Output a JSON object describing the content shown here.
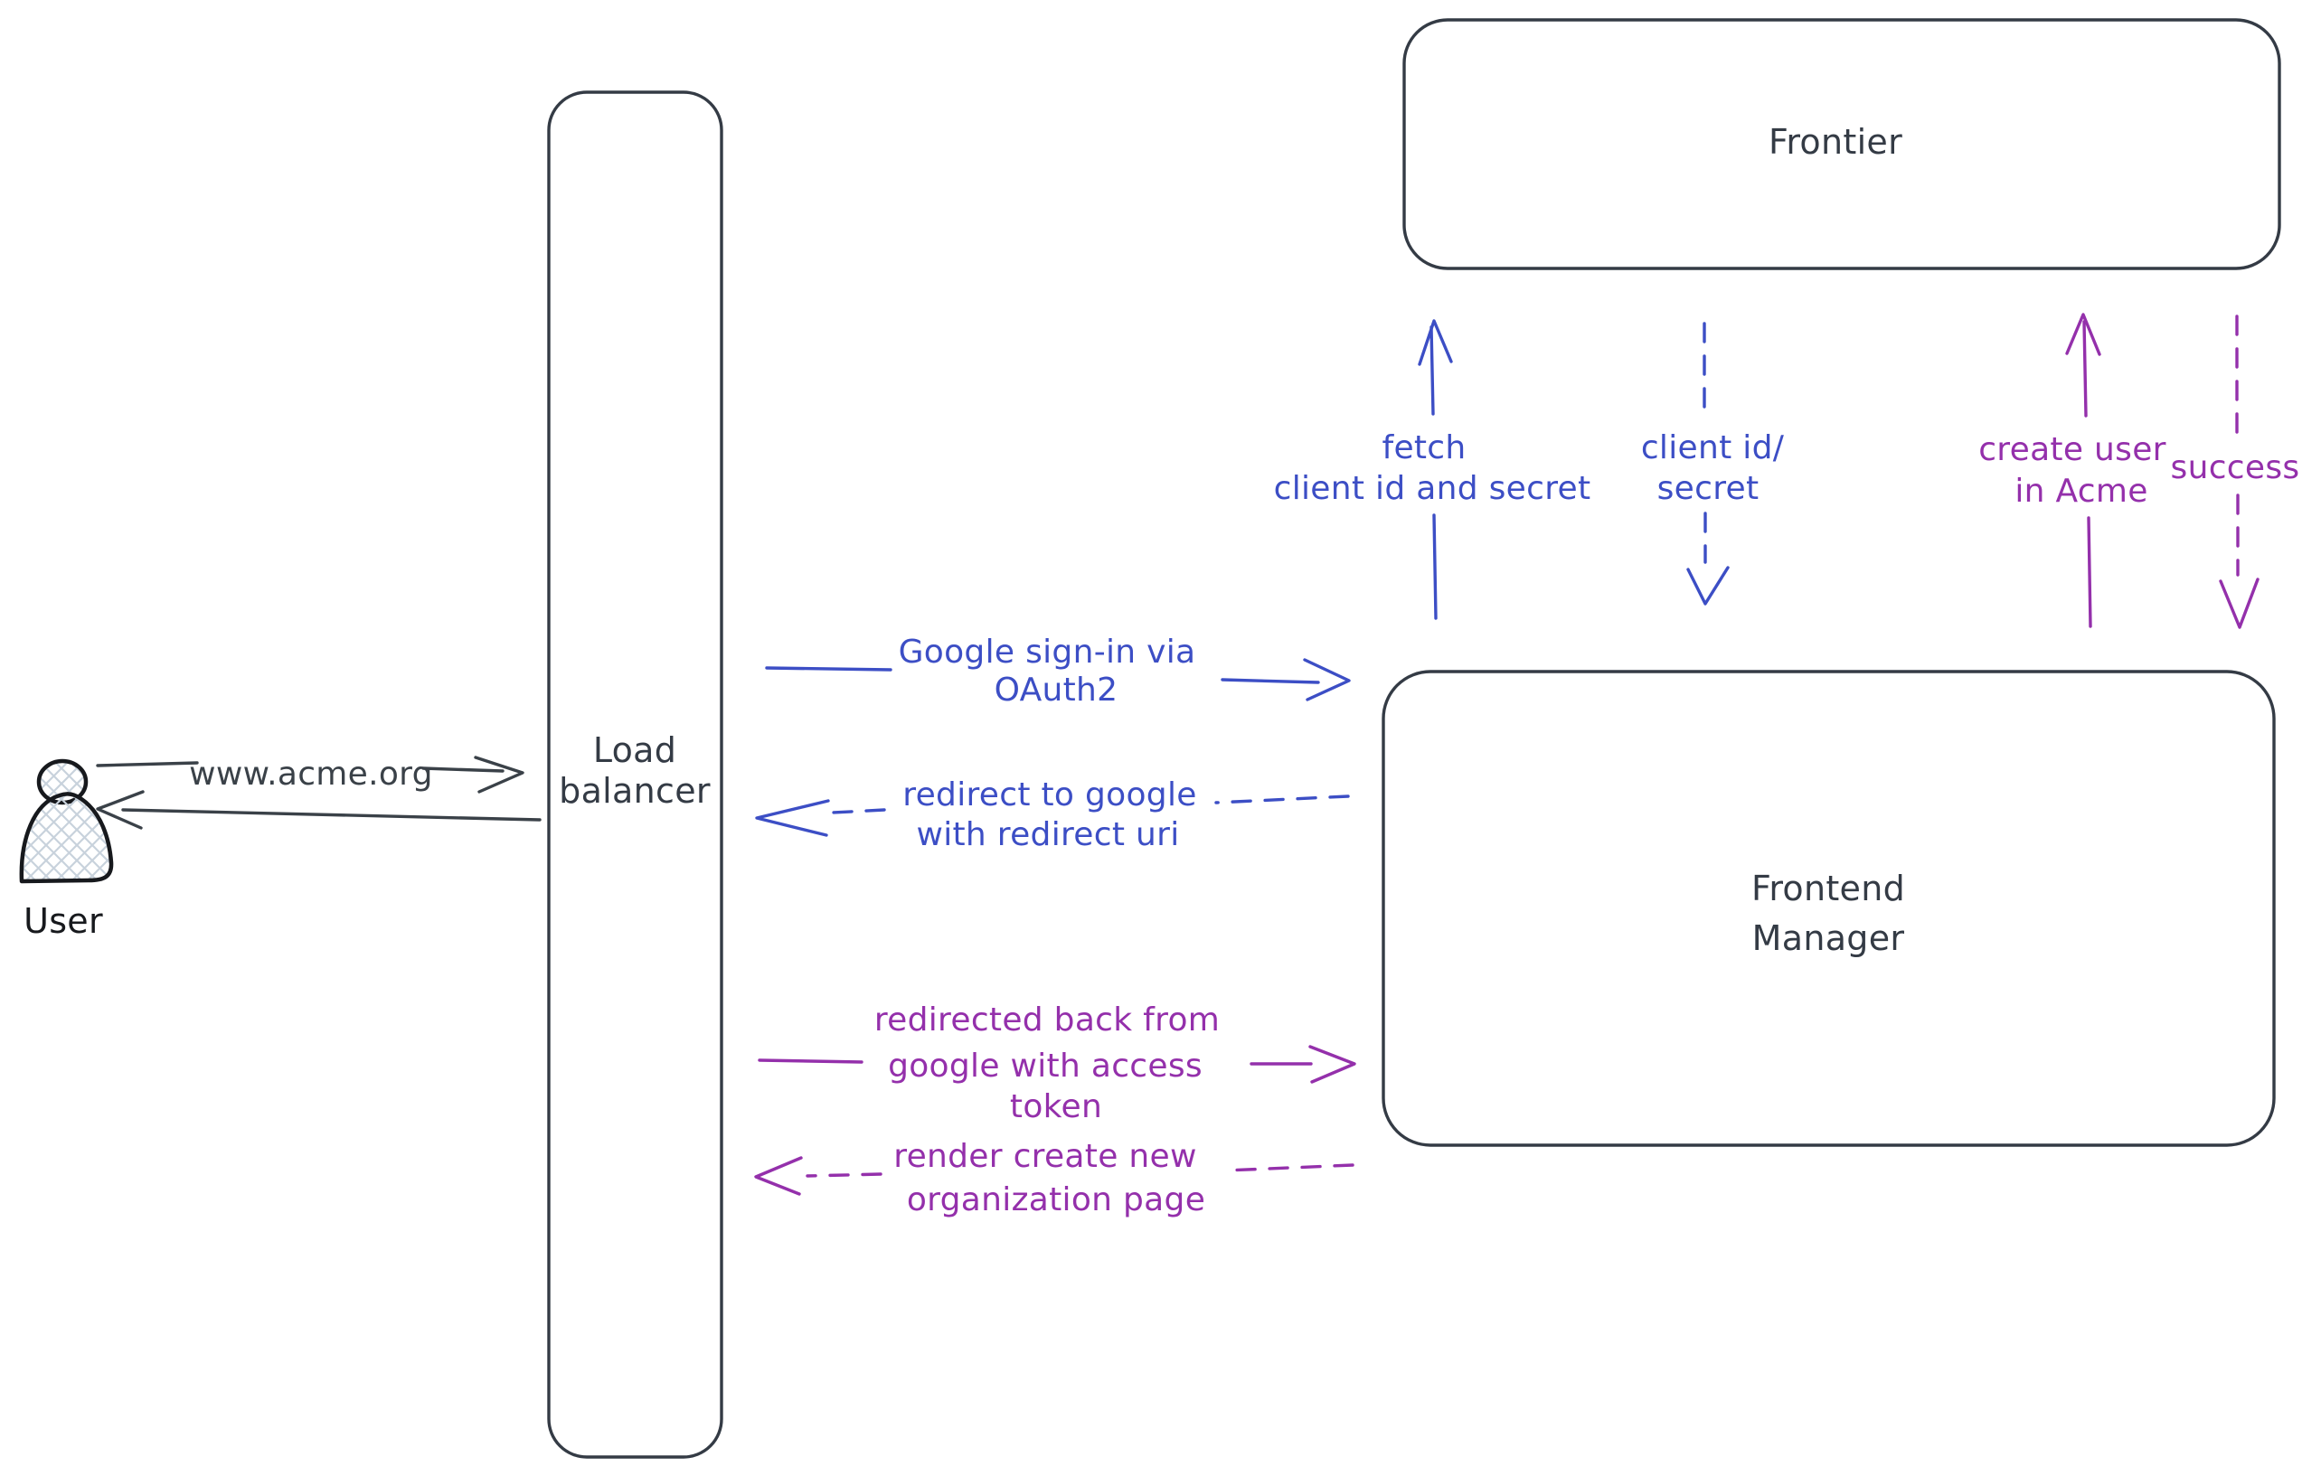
{
  "colors": {
    "ink": "#343b45",
    "dark_arrow": "#3a4148",
    "blue": "#3c4ec5",
    "purple": "#9430ab",
    "user_ink": "#17191d",
    "hatch_fill": "#c8d2dc",
    "background": "#ffffff"
  },
  "nodes": {
    "user": {
      "label": "User"
    },
    "load_balancer": {
      "line1": "Load",
      "line2": "balancer"
    },
    "frontier": {
      "label": "Frontier"
    },
    "frontend_manager": {
      "line1": "Frontend",
      "line2": "Manager"
    }
  },
  "edges": {
    "www_acme": {
      "label": "www.acme.org"
    },
    "google_signin": {
      "line1": "Google sign-in via",
      "line2": "OAuth2"
    },
    "redirect_google": {
      "line1": "redirect to google",
      "line2": "with redirect uri"
    },
    "fetch_credentials": {
      "line1": "fetch",
      "line2": "client id and secret"
    },
    "client_id_secret": {
      "line1": "client id/",
      "line2": "secret"
    },
    "create_user": {
      "line1": "create user",
      "line2": "in Acme"
    },
    "success": {
      "label": "success"
    },
    "redirected_back": {
      "line1": "redirected back from",
      "line2": "google with access",
      "line3": "token"
    },
    "render_org_page": {
      "line1": "render create new",
      "line2": "organization page"
    }
  }
}
